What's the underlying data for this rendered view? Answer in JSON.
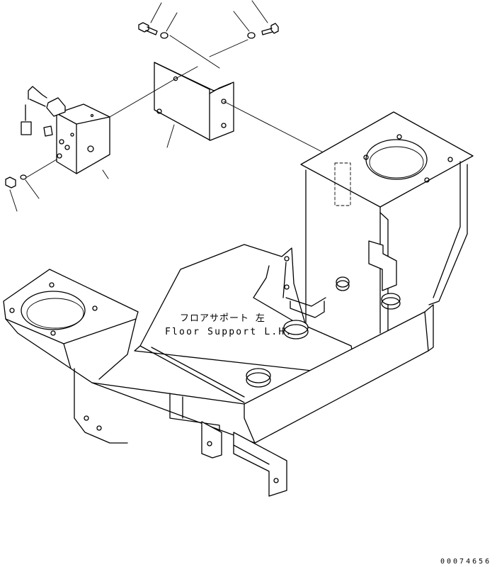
{
  "drawing": {
    "label_japanese": "フロアサポート 左",
    "label_english": "Floor Support L.H.",
    "drawing_number": "00074656"
  },
  "colors": {
    "line": "#000000",
    "background": "#ffffff"
  }
}
